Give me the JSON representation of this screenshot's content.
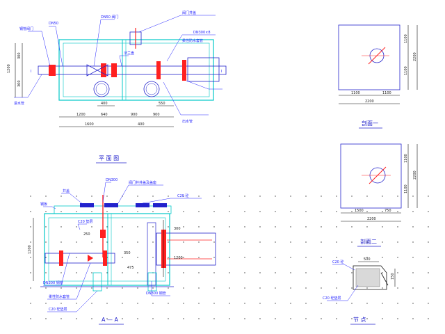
{
  "colors": {
    "structure": "#00c8c8",
    "pipe": "#2222cc",
    "pipe_flange": "#ff2020",
    "dimension": "#111111",
    "leader_text": "#2222ff",
    "title": "#2222cc",
    "grid_dot": "#3a3a3a"
  },
  "plan_view": {
    "title": "平 面 图",
    "notes": [
      "钢管阀门",
      "DN50",
      "DN50 阀门",
      "法兰盘",
      "阀门井盖",
      "DN300×8",
      "柔性防水套管",
      "进水管",
      "出水管"
    ],
    "left_mark": "I",
    "right_mark": "I",
    "dims_left": [
      "1200",
      "300",
      "300"
    ],
    "dims_bottom_left": [
      "1200",
      "640"
    ],
    "dims_bottom_right": [
      "1600",
      "900",
      "900"
    ],
    "dims_mid": [
      "400",
      "400",
      "550"
    ]
  },
  "section_1": {
    "title": "剖面一",
    "dims_right": [
      "1100",
      "1100",
      "2200"
    ],
    "dims_bottom": [
      "1100",
      "1100",
      "2200"
    ]
  },
  "section_2": {
    "title": "剖面二",
    "dims_right": [
      "1100",
      "1100",
      "2200"
    ],
    "dims_bottom": [
      "1500",
      "750",
      "2200"
    ]
  },
  "section_aa": {
    "title": "A — A",
    "notes": [
      "井盖",
      "钢板",
      "DN300",
      "阀门井井盖及盖座",
      "C20 砼",
      "DN300 钢管",
      "柔性防水套管",
      "C20 砼垫层",
      "DN300 钢管",
      "C20 垫层"
    ],
    "dims": [
      "1200",
      "300",
      "1200",
      "350",
      "250",
      "475"
    ]
  },
  "detail": {
    "title": "节 点",
    "notes": [
      "C20 砼",
      "500",
      "C20 砼垫层",
      "150"
    ]
  }
}
